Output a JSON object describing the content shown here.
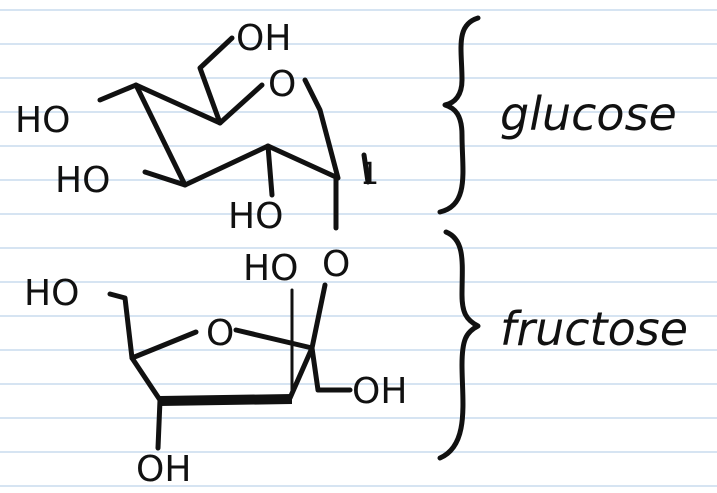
{
  "colors": {
    "paper": "#ffffff",
    "rule_line": "#c9dcee",
    "ink": "#111111"
  },
  "glucose": {
    "labels": {
      "ch2oh_oh": "OH",
      "ring_o": "O",
      "c2_oh": "HO",
      "c3_oh": "HO",
      "c4_oh": "HO",
      "anomeric_num": "1"
    },
    "bridge_o": "O"
  },
  "fructose": {
    "labels": {
      "ch2oh_ho": "HO",
      "ring_o": "O",
      "top_ho": "HO",
      "right_oh": "OH",
      "bottom_oh": "OH"
    }
  },
  "braces": {
    "top_word": "glucose",
    "bottom_word": "fructose"
  }
}
